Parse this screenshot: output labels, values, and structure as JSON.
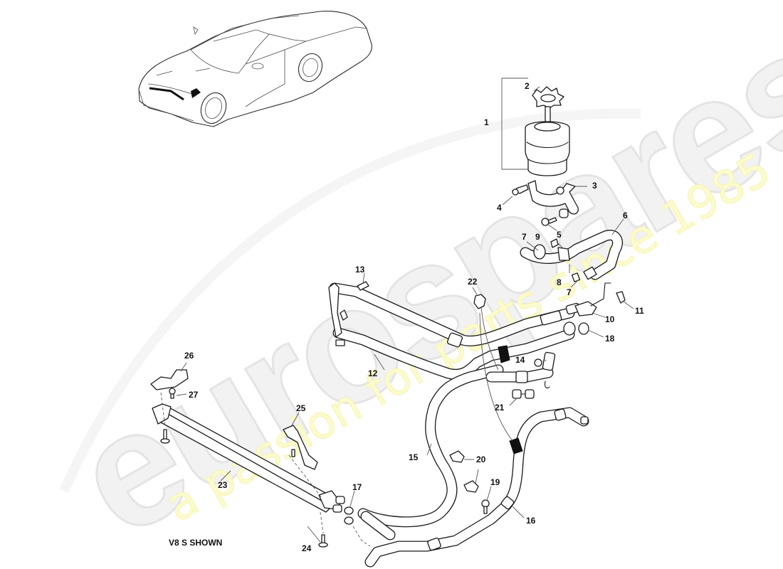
{
  "diagram": {
    "caption": "V8 S SHOWN",
    "subject": "Power steering reservoir, hoses and cooler",
    "watermark": {
      "logo": "eurospares",
      "tagline": "a passion for parts since 1985",
      "logo_color": "#e6e6e6",
      "tagline_color": "#f8f6b0"
    },
    "callouts": [
      {
        "id": "1",
        "label": "1",
        "part": "reservoir-assembly"
      },
      {
        "id": "2",
        "label": "2",
        "part": "reservoir-cap"
      },
      {
        "id": "3",
        "label": "3",
        "part": "reservoir-bracket"
      },
      {
        "id": "4",
        "label": "4",
        "part": "bracket-bolt"
      },
      {
        "id": "5",
        "label": "5",
        "part": "bracket-screw-and-spacer"
      },
      {
        "id": "6",
        "label": "6",
        "part": "reservoir-feed-hose"
      },
      {
        "id": "7a",
        "label": "7",
        "part": "hose-clip"
      },
      {
        "id": "7b",
        "label": "7",
        "part": "hose-clip"
      },
      {
        "id": "8",
        "label": "8",
        "part": "hose-bracket"
      },
      {
        "id": "9",
        "label": "9",
        "part": "bracket-bolt"
      },
      {
        "id": "10",
        "label": "10",
        "part": "pipe-connector-bracket"
      },
      {
        "id": "11",
        "label": "11",
        "part": "bolt"
      },
      {
        "id": "12",
        "label": "12",
        "part": "pressure-return-pipe-assembly"
      },
      {
        "id": "13",
        "label": "13",
        "part": "bolt"
      },
      {
        "id": "14",
        "label": "14",
        "part": "sealing-washer"
      },
      {
        "id": "15",
        "label": "15",
        "part": "return-hose"
      },
      {
        "id": "16",
        "label": "16",
        "part": "cooler-hose"
      },
      {
        "id": "17",
        "label": "17",
        "part": "hose-clip-pair"
      },
      {
        "id": "18",
        "label": "18",
        "part": "hose-clip"
      },
      {
        "id": "19",
        "label": "19",
        "part": "bolt"
      },
      {
        "id": "20",
        "label": "20",
        "part": "pipe-clip-pair"
      },
      {
        "id": "21",
        "label": "21",
        "part": "pipe-clamp"
      },
      {
        "id": "22",
        "label": "22",
        "part": "pipe-clip"
      },
      {
        "id": "23",
        "label": "23",
        "part": "power-steering-cooler"
      },
      {
        "id": "24",
        "label": "24",
        "part": "cooler-bolt"
      },
      {
        "id": "25",
        "label": "25",
        "part": "cooler-bracket"
      },
      {
        "id": "26",
        "label": "26",
        "part": "cooler-mounting-bracket"
      },
      {
        "id": "27",
        "label": "27",
        "part": "bracket-bolt"
      }
    ]
  }
}
